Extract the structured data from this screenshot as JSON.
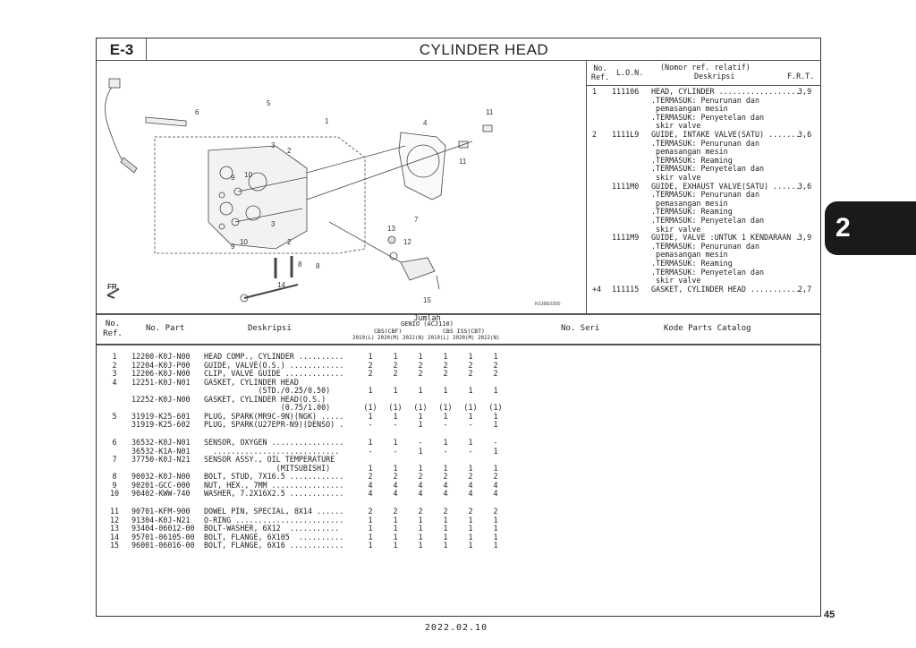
{
  "header": {
    "section": "E-3",
    "title": "CYLINDER HEAD"
  },
  "diagram": {
    "code": "K0J8E0300",
    "front_label": "FR.",
    "callouts": [
      "1",
      "2",
      "2",
      "3",
      "3",
      "4",
      "5",
      "6",
      "7",
      "8",
      "8",
      "9",
      "9",
      "10",
      "10",
      "11",
      "11",
      "12",
      "13",
      "14",
      "15"
    ]
  },
  "ref_table": {
    "headers": {
      "ref": "No.\nRef.",
      "lon": "L.O.N.",
      "note": "(Nomor ref. relatif)",
      "desc": "Deskripsi",
      "frt": "F.R.T."
    },
    "rows": [
      {
        "ref": "1",
        "lon": "111106",
        "desc": "HEAD, CYLINDER ..................",
        "frt": "3,9",
        "notes": [
          ".TERMASUK: Penurunan dan",
          " pemasangan mesin",
          ".TERMASUK: Penyetelan dan",
          " skir valve"
        ]
      },
      {
        "ref": "2",
        "lon": "1111L9",
        "desc": "GUIDE, INTAKE VALVE(SATU) .......",
        "frt": "3,6",
        "notes": [
          ".TERMASUK: Penurunan dan",
          " pemasangan mesin",
          ".TERMASUK: Reaming",
          ".TERMASUK: Penyetelan dan",
          " skir valve"
        ]
      },
      {
        "ref": "",
        "lon": "1111M0",
        "desc": "GUIDE, EXHAUST VALVE(SATU) ......",
        "frt": "3,6",
        "notes": [
          ".TERMASUK: Penurunan dan",
          " pemasangan mesin",
          ".TERMASUK: Reaming",
          ".TERMASUK: Penyetelan dan",
          " skir valve"
        ]
      },
      {
        "ref": "",
        "lon": "1111M9",
        "desc": "GUIDE, VALVE :UNTUK 1 KENDARAAN .",
        "frt": "3,9",
        "notes": [
          ".TERMASUK: Penurunan dan",
          " pemasangan mesin",
          ".TERMASUK: Reaming",
          ".TERMASUK: Penyetelan dan",
          " skir valve"
        ]
      },
      {
        "ref": "+4",
        "lon": "111115",
        "desc": "GASKET, CYLINDER HEAD ...........",
        "frt": "2,7",
        "notes": []
      }
    ]
  },
  "parts_table": {
    "headers": {
      "ref": "No.\nRef.",
      "part": "No. Part",
      "desc": "Deskripsi",
      "qty_title": "Jumlah",
      "model": "GENIO (ACJ110)",
      "groups": [
        "CBS(CBF)",
        "CBS ISS(CBT)"
      ],
      "years": [
        "2019(L)",
        "2020(M)",
        "2022(N)",
        "2019(L)",
        "2020(M)",
        "2022(N)"
      ],
      "serial": "No. Seri",
      "catalog": "Kode Parts Catalog"
    },
    "rows": [
      {
        "ref": "1",
        "part": "12200-K0J-N00",
        "desc": [
          "HEAD COMP., CYLINDER .........."
        ],
        "qty": [
          "1",
          "1",
          "1",
          "1",
          "1",
          "1"
        ]
      },
      {
        "ref": "2",
        "part": "12204-K0J-P00",
        "desc": [
          "GUIDE, VALVE(O.S.) ............"
        ],
        "qty": [
          "2",
          "2",
          "2",
          "2",
          "2",
          "2"
        ]
      },
      {
        "ref": "3",
        "part": "12206-K0J-N00",
        "desc": [
          "CLIP, VALVE GUIDE ............."
        ],
        "qty": [
          "2",
          "2",
          "2",
          "2",
          "2",
          "2"
        ]
      },
      {
        "ref": "4",
        "part": "12251-K0J-N01",
        "desc": [
          "GASKET, CYLINDER HEAD",
          "            (STD./0.25/0.50)"
        ],
        "qty": [
          "1",
          "1",
          "1",
          "1",
          "1",
          "1"
        ]
      },
      {
        "ref": "",
        "part": "12252-K0J-N00",
        "desc": [
          "GASKET, CYLINDER HEAD(O.S.)",
          "                 (0.75/1.00)"
        ],
        "qty": [
          "(1)",
          "(1)",
          "(1)",
          "(1)",
          "(1)",
          "(1)"
        ]
      },
      {
        "ref": "5",
        "part": "31919-K25-601",
        "desc": [
          "PLUG, SPARK(MR9C-9N)(NGK) ....."
        ],
        "qty": [
          "1",
          "1",
          "1",
          "1",
          "1",
          "1"
        ]
      },
      {
        "ref": "",
        "part": "31919-K25-602",
        "desc": [
          "PLUG, SPARK(U27EPR-N9)(DENSO) ."
        ],
        "qty": [
          "-",
          "-",
          "1",
          "-",
          "-",
          "1"
        ],
        "gap_after": true
      },
      {
        "ref": "6",
        "part": "36532-K0J-N01",
        "desc": [
          "SENSOR, OXYGEN ................"
        ],
        "qty": [
          "1",
          "1",
          "-",
          "1",
          "1",
          "-"
        ]
      },
      {
        "ref": "",
        "part": "36532-K1A-N01",
        "desc": [
          "  ............................"
        ],
        "qty": [
          "-",
          "-",
          "1",
          "-",
          "-",
          "1"
        ]
      },
      {
        "ref": "7",
        "part": "37750-K0J-N21",
        "desc": [
          "SENSOR ASSY., OIL TEMPERATURE",
          "                (MITSUBISHI)"
        ],
        "qty": [
          "1",
          "1",
          "1",
          "1",
          "1",
          "1"
        ]
      },
      {
        "ref": "8",
        "part": "90032-K0J-N00",
        "desc": [
          "BOLT, STUD, 7X16.5 ............"
        ],
        "qty": [
          "2",
          "2",
          "2",
          "2",
          "2",
          "2"
        ]
      },
      {
        "ref": "9",
        "part": "90201-GCC-000",
        "desc": [
          "NUT, HEX., 7MM ................"
        ],
        "qty": [
          "4",
          "4",
          "4",
          "4",
          "4",
          "4"
        ]
      },
      {
        "ref": "10",
        "part": "90402-KWW-740",
        "desc": [
          "WASHER, 7.2X16X2.5 ............"
        ],
        "qty": [
          "4",
          "4",
          "4",
          "4",
          "4",
          "4"
        ],
        "gap_after": true
      },
      {
        "ref": "11",
        "part": "90701-KFM-900",
        "desc": [
          "DOWEL PIN, SPECIAL, 8X14 ......"
        ],
        "qty": [
          "2",
          "2",
          "2",
          "2",
          "2",
          "2"
        ]
      },
      {
        "ref": "12",
        "part": "91304-K0J-N21",
        "desc": [
          "O-RING ........................"
        ],
        "qty": [
          "1",
          "1",
          "1",
          "1",
          "1",
          "1"
        ]
      },
      {
        "ref": "13",
        "part": "93404-06012-00",
        "desc": [
          "BOLT-WASHER, 6X12  ..........."
        ],
        "qty": [
          "1",
          "1",
          "1",
          "1",
          "1",
          "1"
        ]
      },
      {
        "ref": "14",
        "part": "95701-06105-00",
        "desc": [
          "BOLT, FLANGE, 6X105  .........."
        ],
        "qty": [
          "1",
          "1",
          "1",
          "1",
          "1",
          "1"
        ]
      },
      {
        "ref": "15",
        "part": "96001-06016-00",
        "desc": [
          "BOLT, FLANGE, 6X16 ............"
        ],
        "qty": [
          "1",
          "1",
          "1",
          "1",
          "1",
          "1"
        ]
      }
    ]
  },
  "footer": {
    "date": "2022.02.10",
    "page": "45",
    "chapter_tab": "2"
  }
}
